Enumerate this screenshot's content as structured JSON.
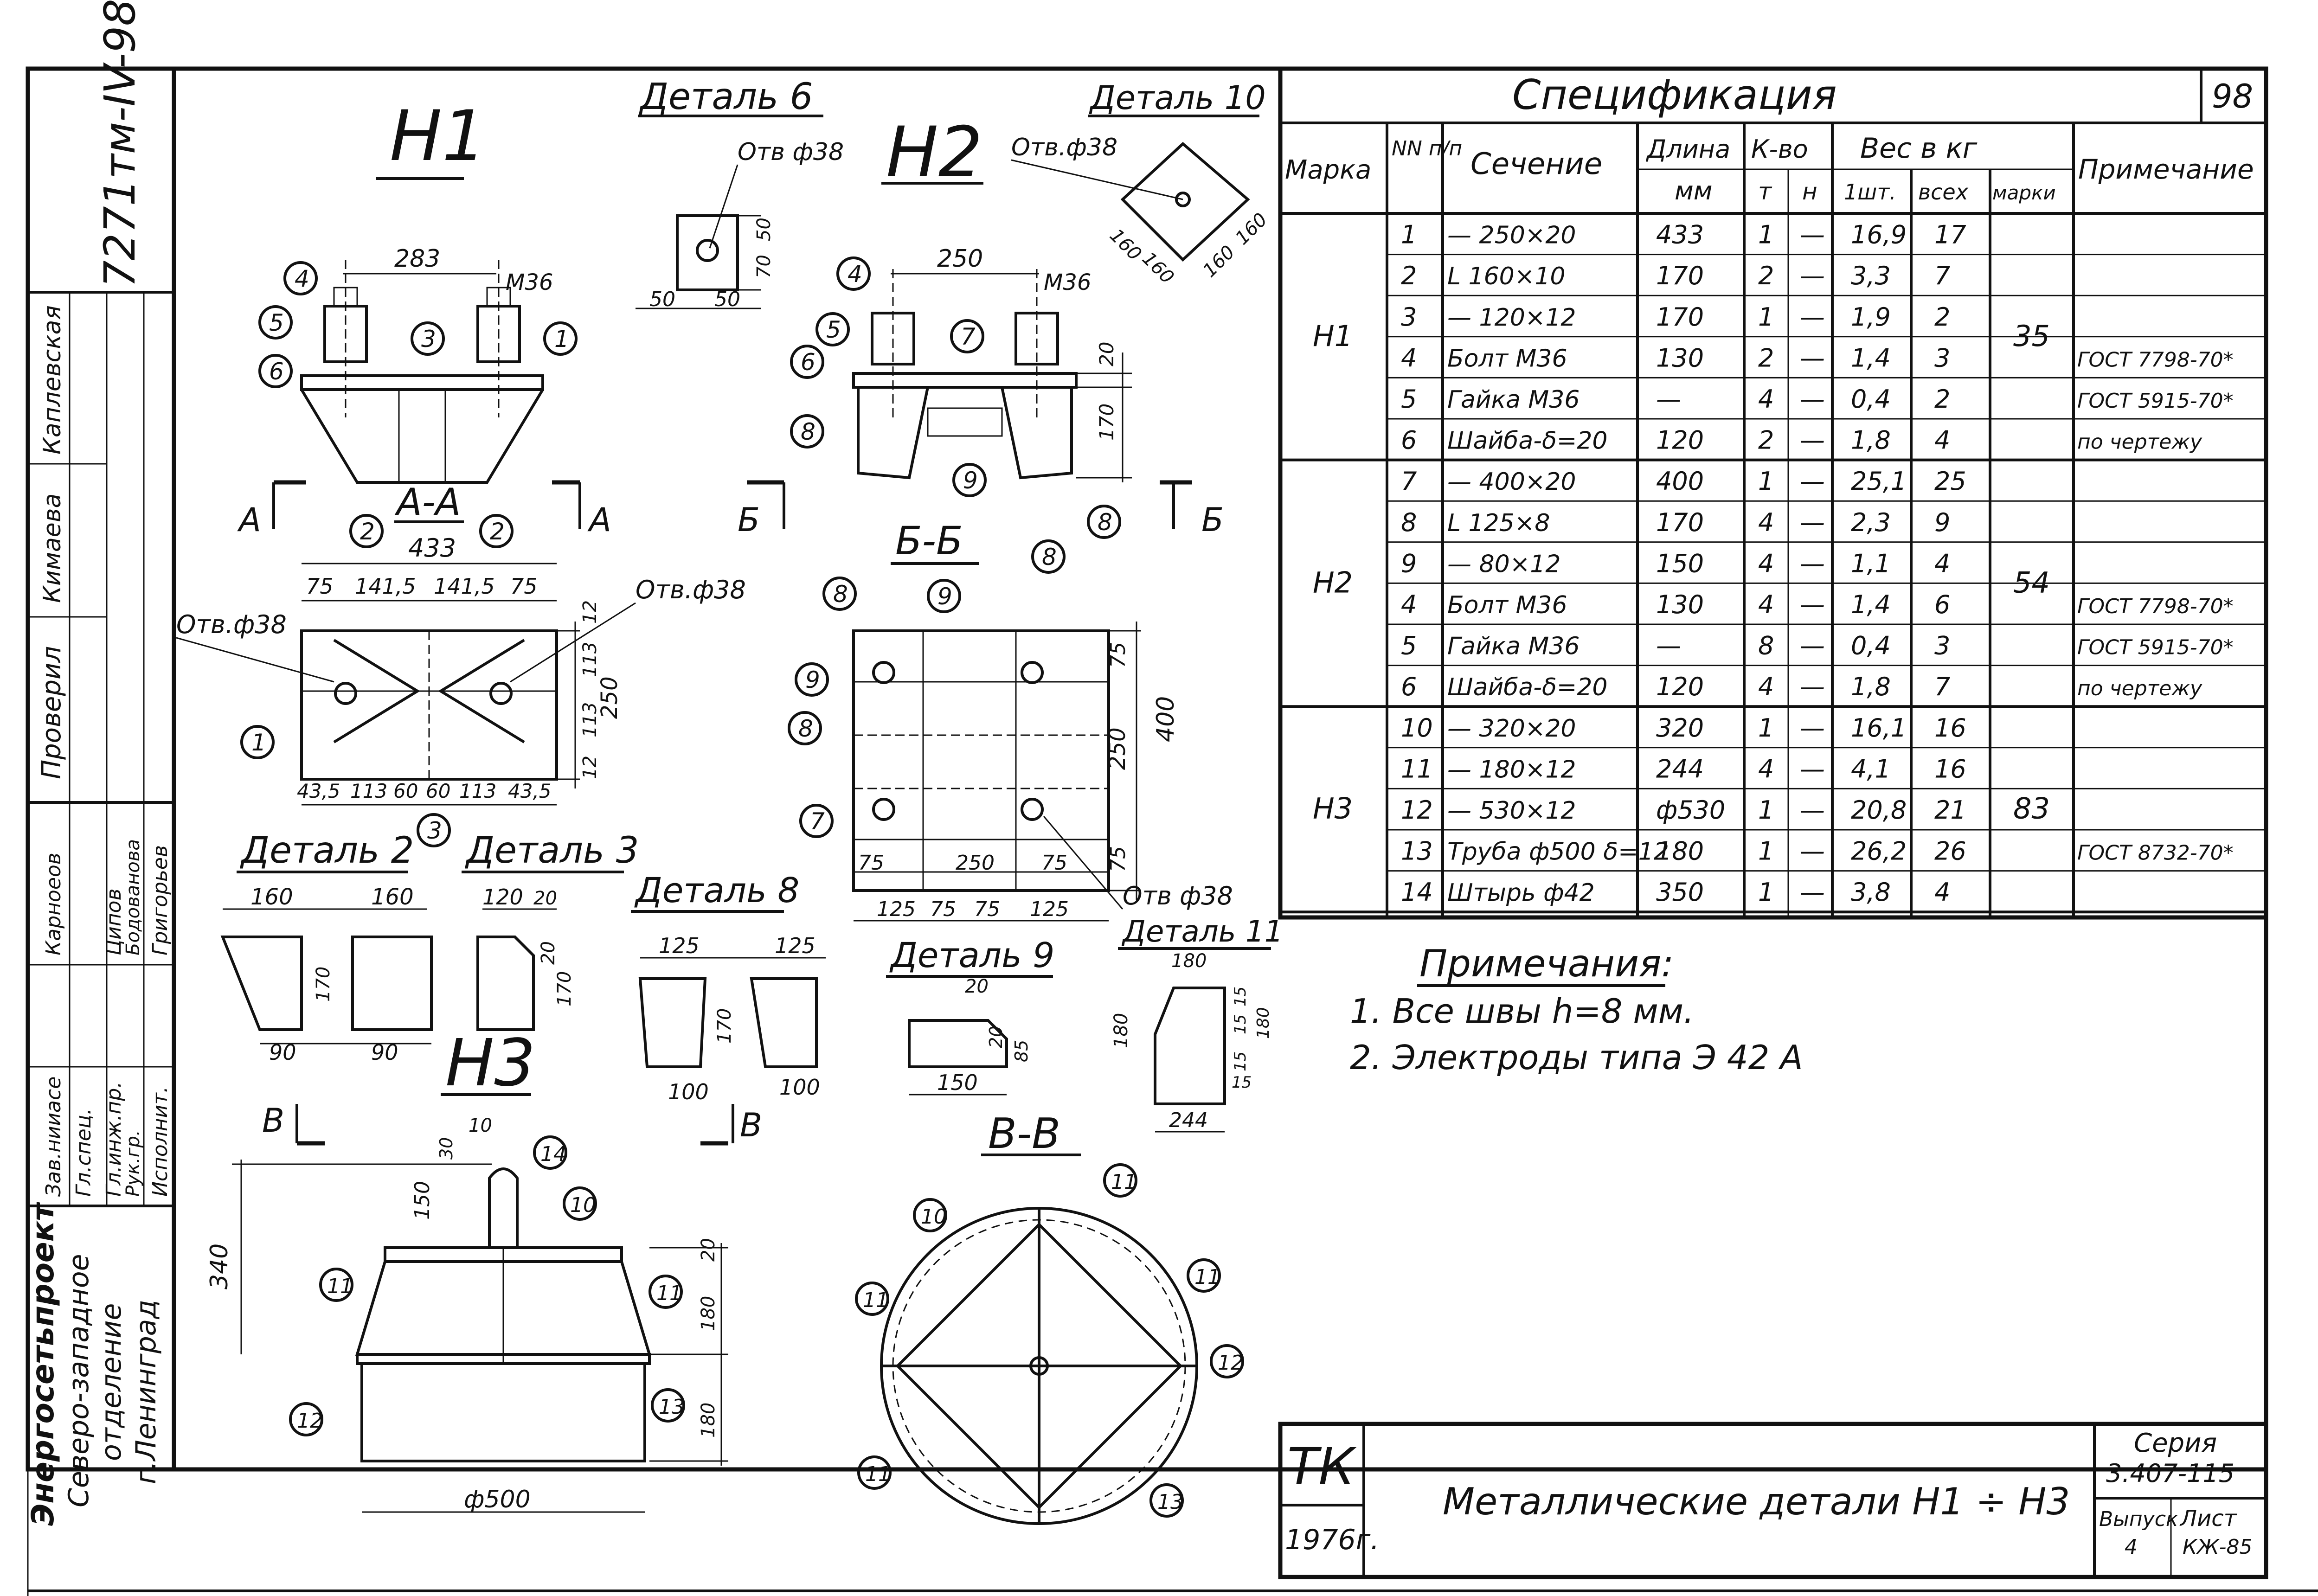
{
  "drawing": {
    "code": "7271тм-IV-98",
    "sheet_number": "98",
    "org": [
      "Энергосетьпроект",
      "Северо-западное",
      "отделение",
      "г.Ленинград"
    ],
    "stamp_rows": [
      {
        "role": "Зав.нииасе",
        "name": "Карноеов"
      },
      {
        "role": "Гл.спец.",
        "name": ""
      },
      {
        "role": "Гл.инж.пр.",
        "name": "Ципов"
      },
      {
        "role": "Рук.гр.",
        "name": "Бодованова"
      },
      {
        "role": "Исполнит.",
        "name": "Григорьев"
      }
    ],
    "side_labels": [
      "Проверил",
      "Кимаева",
      "Каплевская"
    ]
  },
  "views": {
    "h1": "Н1",
    "h2": "Н2",
    "h3": "Н3",
    "aa": "А-А",
    "bb": "Б-Б",
    "vv": "В-В",
    "cut_a": "А",
    "cut_b": "Б",
    "cut_v": "В",
    "detail6": "Деталь 6",
    "detail10": "Деталь 10",
    "detail2": "Деталь 2",
    "detail3": "Деталь 3",
    "detail8": "Деталь 8",
    "detail9": "Деталь 9",
    "detail11": "Деталь 11"
  },
  "callouts": {
    "hole38": "Отв.ф38",
    "hole38b": "Отв ф38",
    "m36": "М36"
  },
  "dims": {
    "h1_283": "283",
    "h2_250": "250",
    "h2_20": "20",
    "h2_170": "170",
    "aa_433": "433",
    "aa_75a": "75",
    "aa_1415a": "141,5",
    "aa_1415b": "141,5",
    "aa_75b": "75",
    "aa_12a": "12",
    "aa_113a": "113",
    "aa_250": "250",
    "aa_113b": "113",
    "aa_12b": "12",
    "aa_bot": [
      "43,5",
      "113",
      "60",
      "60",
      "113",
      "43,5"
    ],
    "bb_75a": "75",
    "bb_250": "250",
    "bb_75b": "75",
    "bb_400": "400",
    "bb_bot1": [
      "75",
      "250",
      "75"
    ],
    "bb_bot2": [
      "125",
      "75",
      "75",
      "125"
    ],
    "d6_50": "50",
    "d6_70": "70",
    "d6_50b": "50",
    "d6_50c": "50",
    "d10": [
      "160",
      "160",
      "160",
      "160"
    ],
    "d2": [
      "160",
      "160",
      "170",
      "90",
      "90"
    ],
    "d3": [
      "120",
      "20",
      "20",
      "170"
    ],
    "d8": [
      "125",
      "125",
      "170",
      "100",
      "100"
    ],
    "d9": [
      "20",
      "20",
      "85",
      "150"
    ],
    "d11": [
      "180",
      "15",
      "15",
      "180",
      "180",
      "15",
      "15",
      "244"
    ],
    "h3": [
      "10",
      "30",
      "150",
      "340",
      "20",
      "180",
      "180"
    ],
    "h3_d500": "ф500"
  },
  "spec": {
    "title": "Спецификация",
    "headers": {
      "mark": "Марка",
      "nn": "NN п/п",
      "section": "Сечение",
      "length": "Длина",
      "length_unit": "мм",
      "qty": "К-во",
      "qty_t": "т",
      "qty_n": "н",
      "weight": "Вес в кг",
      "w_one": "1шт.",
      "w_all": "всех",
      "w_mark": "марки",
      "note": "Примечание"
    },
    "groups": [
      {
        "mark": "Н1",
        "mark_weight": "35",
        "rows": [
          {
            "n": "1",
            "section": "— 250×20",
            "length": "433",
            "t": "1",
            "h": "—",
            "w1": "16,9",
            "wall": "17",
            "note": ""
          },
          {
            "n": "2",
            "section": "L 160×10",
            "length": "170",
            "t": "2",
            "h": "—",
            "w1": "3,3",
            "wall": "7",
            "note": ""
          },
          {
            "n": "3",
            "section": "— 120×12",
            "length": "170",
            "t": "1",
            "h": "—",
            "w1": "1,9",
            "wall": "2",
            "note": ""
          },
          {
            "n": "4",
            "section": "Болт М36",
            "length": "130",
            "t": "2",
            "h": "—",
            "w1": "1,4",
            "wall": "3",
            "note": "ГОСТ 7798-70*"
          },
          {
            "n": "5",
            "section": "Гайка М36",
            "length": "—",
            "t": "4",
            "h": "—",
            "w1": "0,4",
            "wall": "2",
            "note": "ГОСТ 5915-70*"
          },
          {
            "n": "6",
            "section": "Шайба-δ=20",
            "length": "120",
            "t": "2",
            "h": "—",
            "w1": "1,8",
            "wall": "4",
            "note": "по чертежу"
          }
        ]
      },
      {
        "mark": "Н2",
        "mark_weight": "54",
        "rows": [
          {
            "n": "7",
            "section": "— 400×20",
            "length": "400",
            "t": "1",
            "h": "—",
            "w1": "25,1",
            "wall": "25",
            "note": ""
          },
          {
            "n": "8",
            "section": "L 125×8",
            "length": "170",
            "t": "4",
            "h": "—",
            "w1": "2,3",
            "wall": "9",
            "note": ""
          },
          {
            "n": "9",
            "section": "— 80×12",
            "length": "150",
            "t": "4",
            "h": "—",
            "w1": "1,1",
            "wall": "4",
            "note": ""
          },
          {
            "n": "4",
            "section": "Болт М36",
            "length": "130",
            "t": "4",
            "h": "—",
            "w1": "1,4",
            "wall": "6",
            "note": "ГОСТ 7798-70*"
          },
          {
            "n": "5",
            "section": "Гайка М36",
            "length": "—",
            "t": "8",
            "h": "—",
            "w1": "0,4",
            "wall": "3",
            "note": "ГОСТ 5915-70*"
          },
          {
            "n": "6",
            "section": "Шайба-δ=20",
            "length": "120",
            "t": "4",
            "h": "—",
            "w1": "1,8",
            "wall": "7",
            "note": "по чертежу"
          }
        ]
      },
      {
        "mark": "Н3",
        "mark_weight": "83",
        "rows": [
          {
            "n": "10",
            "section": "— 320×20",
            "length": "320",
            "t": "1",
            "h": "—",
            "w1": "16,1",
            "wall": "16",
            "note": ""
          },
          {
            "n": "11",
            "section": "— 180×12",
            "length": "244",
            "t": "4",
            "h": "—",
            "w1": "4,1",
            "wall": "16",
            "note": ""
          },
          {
            "n": "12",
            "section": "— 530×12",
            "length": "ф530",
            "t": "1",
            "h": "—",
            "w1": "20,8",
            "wall": "21",
            "note": ""
          },
          {
            "n": "13",
            "section": "Труба ф500 δ=12",
            "length": "180",
            "t": "1",
            "h": "—",
            "w1": "26,2",
            "wall": "26",
            "note": "ГОСТ 8732-70*"
          },
          {
            "n": "14",
            "section": "Штырь ф42",
            "length": "350",
            "t": "1",
            "h": "—",
            "w1": "3,8",
            "wall": "4",
            "note": ""
          }
        ]
      }
    ]
  },
  "notes": {
    "title": "Примечания:",
    "items": [
      "1. Все швы h=8 мм.",
      "2. Электроды типа Э 42 А"
    ]
  },
  "title_block": {
    "tk": "ТК",
    "year": "1976г.",
    "title": "Металлические детали Н1 ÷ Н3",
    "series_label": "Серия",
    "series": "3.407-115",
    "issue_label": "Выпуск",
    "issue": "4",
    "sheet_label": "Лист",
    "sheet": "КЖ-85"
  }
}
